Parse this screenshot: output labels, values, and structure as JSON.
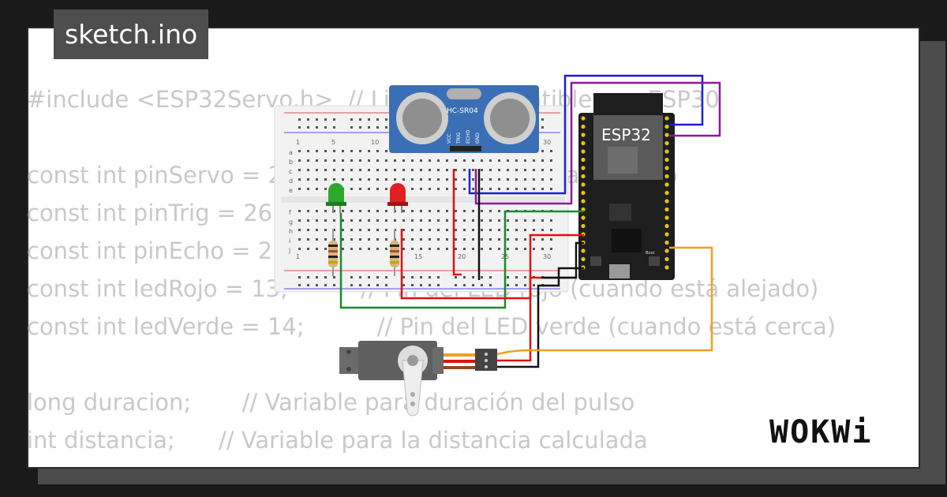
{
  "tab": {
    "title": "sketch.ino"
  },
  "code_lines": [
    "#include <ESP32Servo.h>  // Librería compatible con ESP30",
    "",
    "const int pinServo = 25;     // Pin de control para el servo",
    "const int pinTrig = 26;",
    "const int pinEcho = 27;",
    "const int ledRojo = 13;          // Pin del LED rojo (cuando está alejado)",
    "const int ledVerde = 14;          // Pin del LED verde (cuando está cerca)",
    "",
    "long duracion;       // Variable para duración del pulso",
    "int distancia;      // Variable para la distancia calculada"
  ],
  "sensor": {
    "model": "HC-SR04",
    "pins": [
      "VCC",
      "TRIG",
      "ECHO",
      "GND"
    ]
  },
  "board": {
    "name": "ESP32",
    "boot_label": "Boot"
  },
  "breadboard": {
    "col_labels": [
      "1",
      "5",
      "10",
      "15",
      "20",
      "25",
      "30"
    ],
    "row_labels_top": [
      "a",
      "b",
      "c",
      "d",
      "e"
    ],
    "row_labels_bottom": [
      "f",
      "g",
      "h",
      "i",
      "j"
    ]
  },
  "logo": {
    "text": "WOKWi"
  },
  "colors": {
    "background": "#1a1a1a",
    "card": "#ffffff",
    "code_text": "#c9c9c9",
    "tab_bg": "#4e4e4e",
    "wire_blue": "#1a1fd6",
    "wire_purple": "#8a1a9a",
    "wire_green": "#1a8a2a",
    "wire_red": "#e01010",
    "wire_black": "#111111",
    "wire_orange": "#f0a020",
    "sensor_blue": "#3b6fb5",
    "board_black": "#1e1e1e"
  }
}
